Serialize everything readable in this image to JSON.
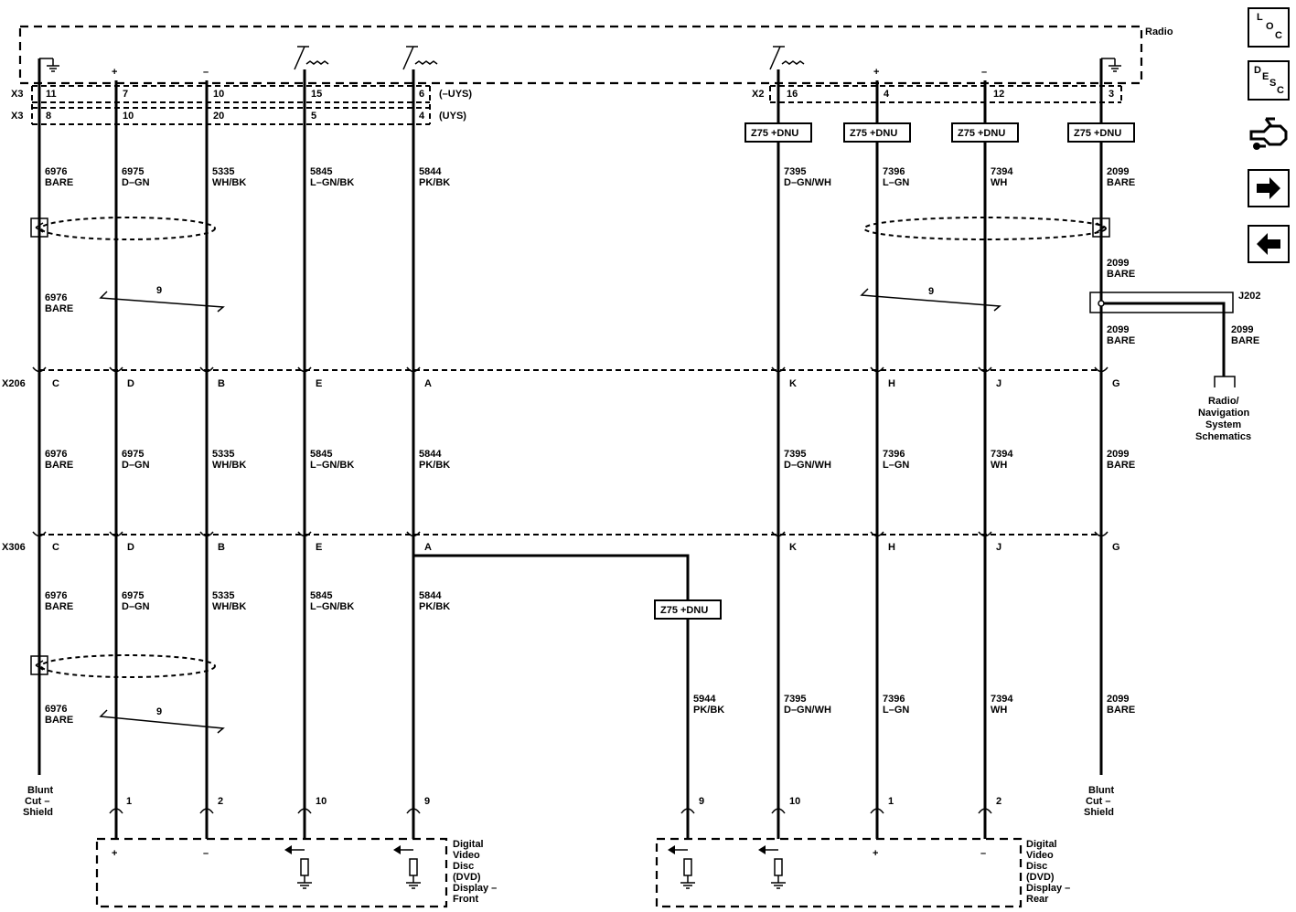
{
  "radio": {
    "title": "Radio",
    "x3": "X3",
    "x3_top_pins": [
      "11",
      "7",
      "10",
      "15",
      "6"
    ],
    "x3_top_tag": "(–UYS)",
    "x3_bot_pins": [
      "8",
      "10",
      "20",
      "5",
      "4"
    ],
    "x3_bot_tag": "(UYS)",
    "x2": "X2",
    "x2_pins": [
      "16",
      "4",
      "12",
      "3"
    ],
    "plus": "+",
    "minus": "–"
  },
  "option_box": "Z75 +DNU",
  "wires": {
    "c1_num": "6976",
    "c1_col": "BARE",
    "c2_num": "6975",
    "c2_col": "D–GN",
    "c3_num": "5335",
    "c3_col": "WH/BK",
    "c4_num": "5845",
    "c4_col": "L–GN/BK",
    "c5_num": "5844",
    "c5_col": "PK/BK",
    "c6_num": "7395",
    "c6_col": "D–GN/WH",
    "c7_num": "7396",
    "c7_col": "L–GN",
    "c8_num": "7394",
    "c8_col": "WH",
    "c9_num": "2099",
    "c9_col": "BARE",
    "branch_num": "5944",
    "branch_col": "PK/BK"
  },
  "twist": "9",
  "splice": {
    "name": "J202",
    "num": "2099",
    "col": "BARE"
  },
  "connectors": {
    "x206": "X206",
    "x306": "X306",
    "pins": [
      "C",
      "D",
      "B",
      "E",
      "A",
      "K",
      "H",
      "J",
      "G"
    ]
  },
  "radio_nav": [
    "Radio/",
    "Navigation",
    "System",
    "Schematics"
  ],
  "blunt": [
    "Blunt",
    "Cut –",
    "Shield"
  ],
  "front": {
    "pins": [
      "1",
      "2",
      "10",
      "9"
    ],
    "label": [
      "Digital",
      "Video",
      "Disc",
      "(DVD)",
      "Display –",
      "Front"
    ]
  },
  "rear": {
    "pins": [
      "9",
      "10",
      "1",
      "2"
    ],
    "label": [
      "Digital",
      "Video",
      "Disc",
      "(DVD)",
      "Display –",
      "Rear"
    ]
  },
  "nav_buttons": {
    "loc": [
      "L",
      "O",
      "C"
    ],
    "desc": [
      "D",
      "E",
      "S",
      "C"
    ],
    "icons": [
      "connector-view-icon",
      "forward-arrow-icon",
      "back-arrow-icon"
    ]
  }
}
